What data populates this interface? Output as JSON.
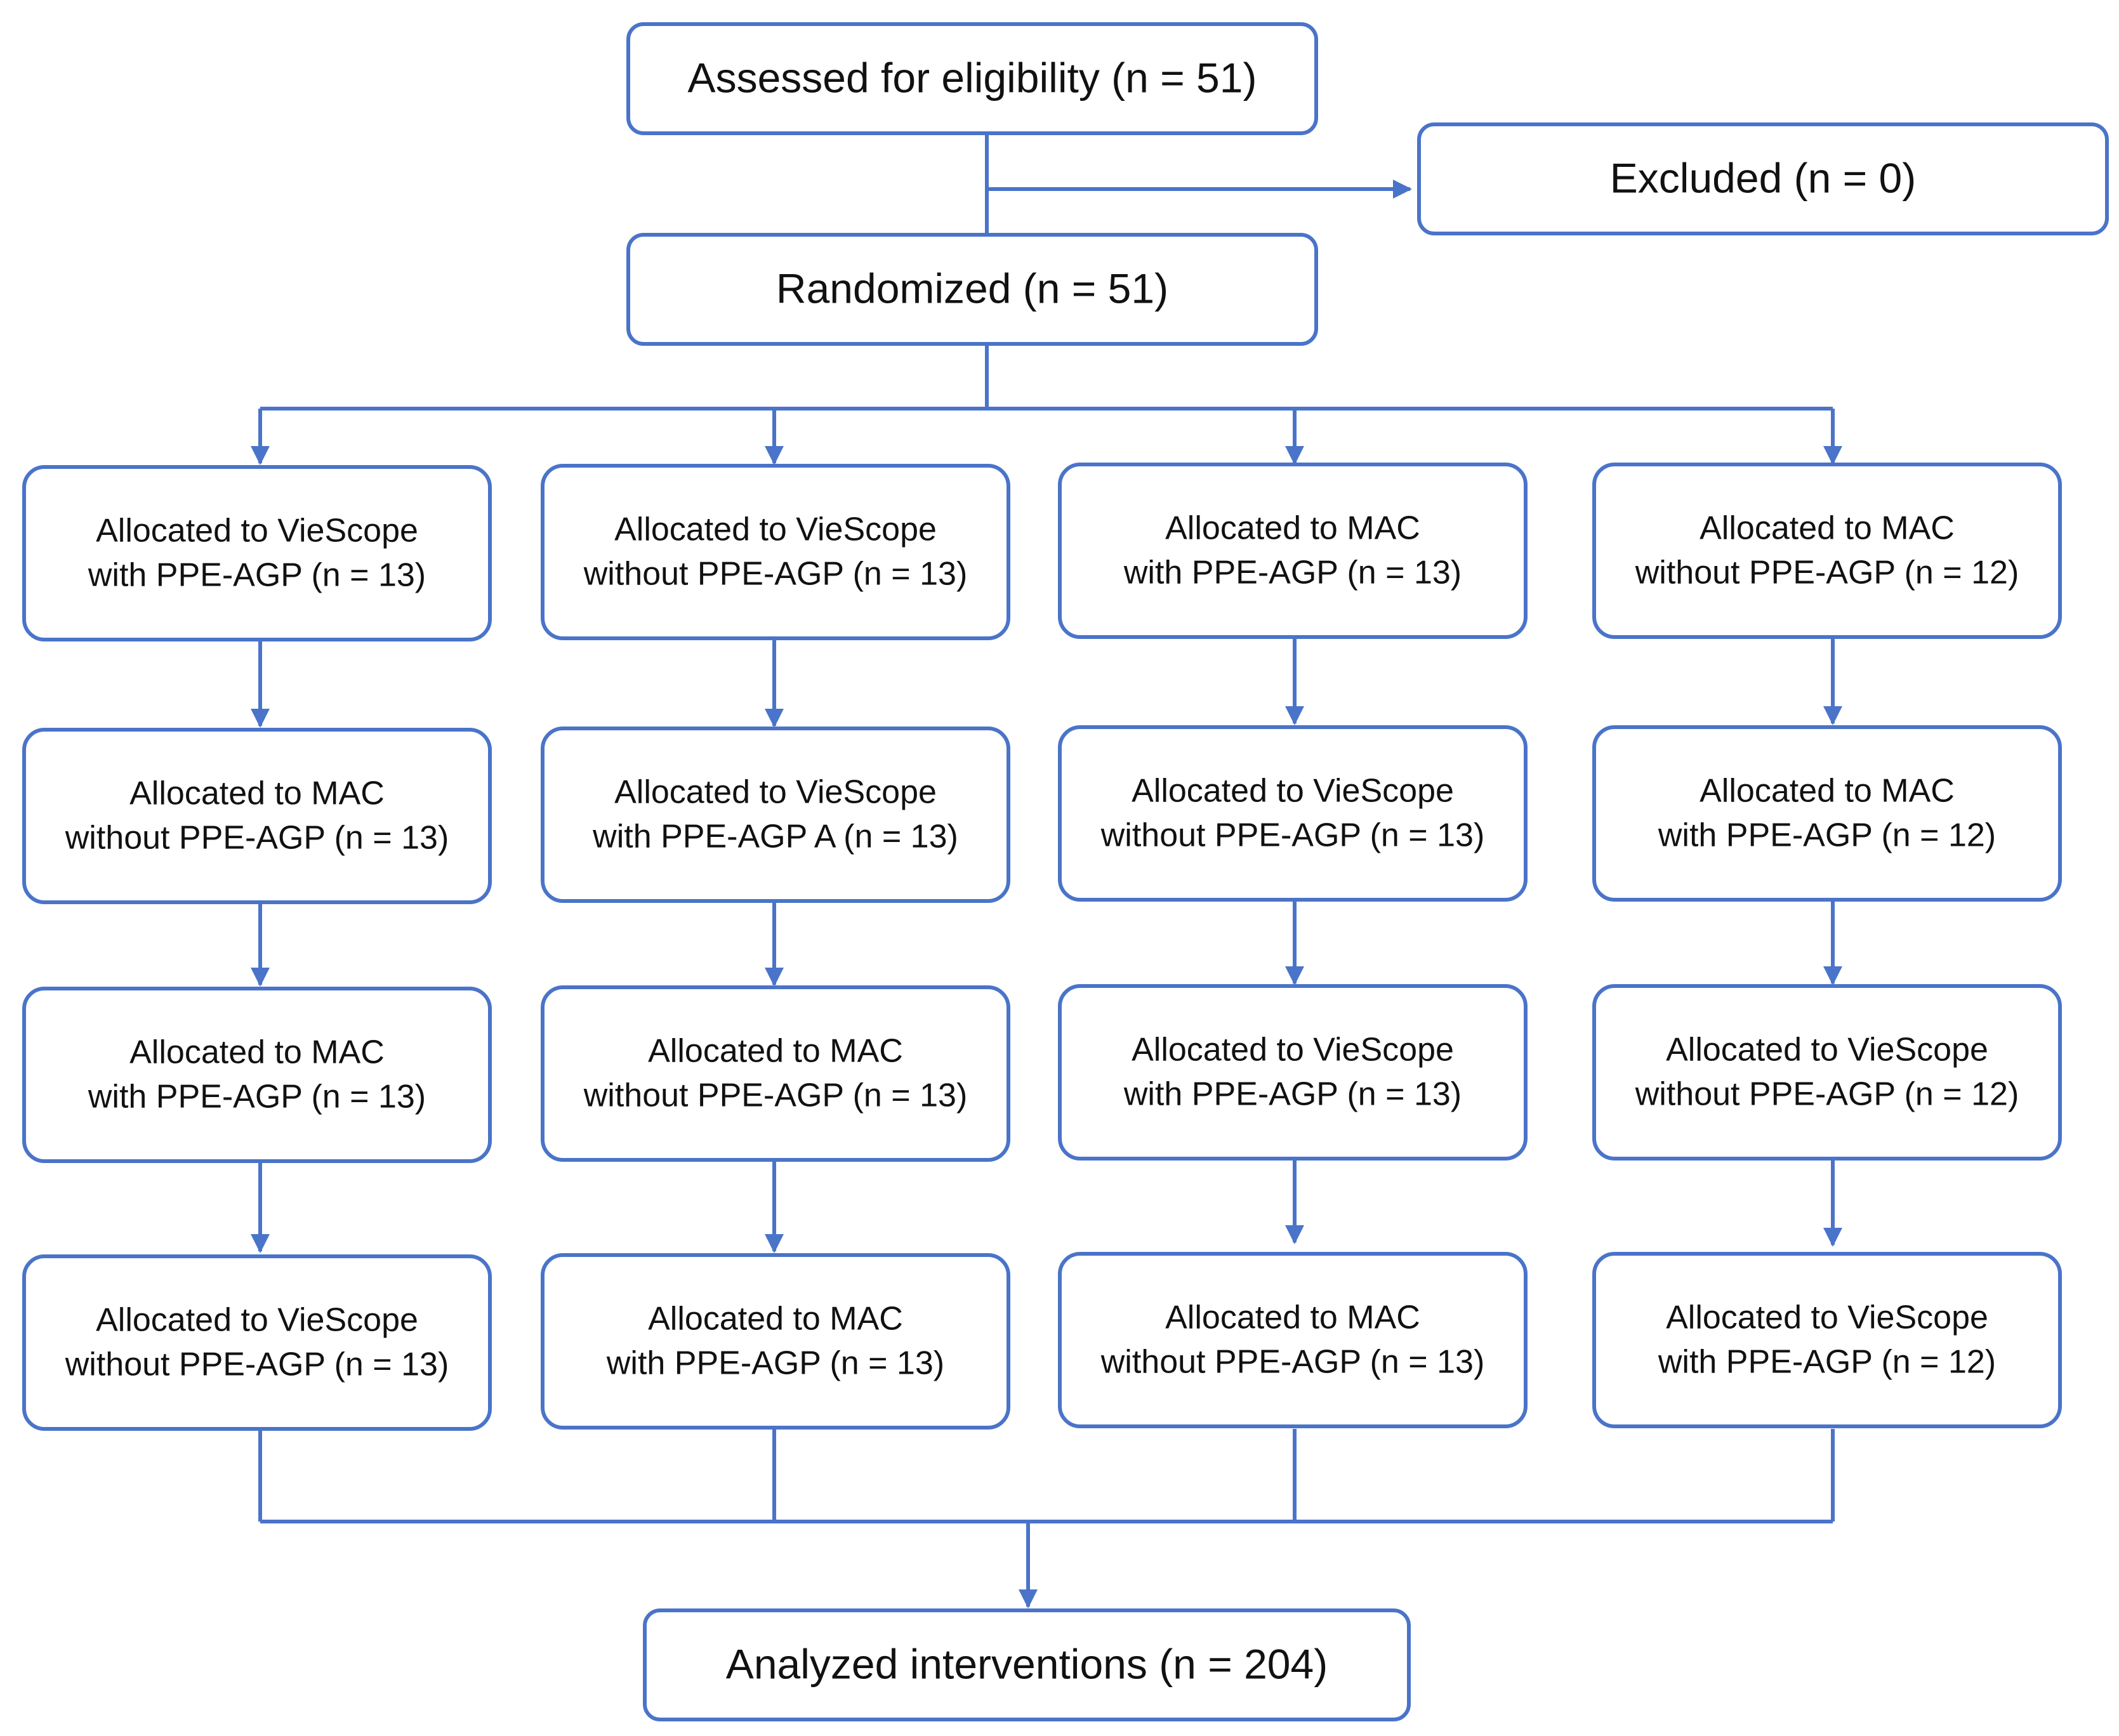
{
  "colors": {
    "stroke": "#4a74c9",
    "box_fill": "#ffffff",
    "text": "#111111"
  },
  "top": {
    "assessed": "Assessed for eligibility (n = 51)",
    "excluded": "Excluded (n = 0)",
    "randomized": "Randomized (n = 51)"
  },
  "arms": [
    {
      "steps": [
        [
          "Allocated to VieScope",
          "with PPE-AGP (n = 13)"
        ],
        [
          "Allocated to MAC",
          "without PPE-AGP (n = 13)"
        ],
        [
          "Allocated to MAC",
          "with PPE-AGP (n = 13)"
        ],
        [
          "Allocated to VieScope",
          "without PPE-AGP (n = 13)"
        ]
      ]
    },
    {
      "steps": [
        [
          "Allocated to VieScope",
          "without PPE-AGP (n = 13)"
        ],
        [
          "Allocated to VieScope",
          "with PPE-AGP A (n = 13)"
        ],
        [
          "Allocated to MAC",
          "without PPE-AGP (n = 13)"
        ],
        [
          "Allocated to MAC",
          "with PPE-AGP (n = 13)"
        ]
      ]
    },
    {
      "steps": [
        [
          "Allocated to MAC",
          "with PPE-AGP (n = 13)"
        ],
        [
          "Allocated to VieScope",
          "without PPE-AGP (n = 13)"
        ],
        [
          "Allocated to VieScope",
          "with PPE-AGP (n = 13)"
        ],
        [
          "Allocated to MAC",
          "without PPE-AGP (n = 13)"
        ]
      ]
    },
    {
      "steps": [
        [
          "Allocated to MAC",
          "without PPE-AGP (n = 12)"
        ],
        [
          "Allocated to MAC",
          "with PPE-AGP (n = 12)"
        ],
        [
          "Allocated to VieScope",
          "without PPE-AGP (n = 12)"
        ],
        [
          "Allocated to VieScope",
          "with PPE-AGP (n = 12)"
        ]
      ]
    }
  ],
  "bottom": {
    "analyzed": "Analyzed interventions (n = 204)"
  }
}
